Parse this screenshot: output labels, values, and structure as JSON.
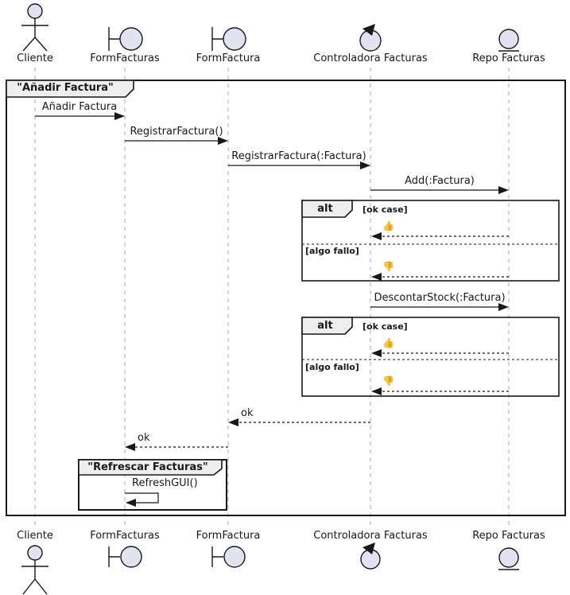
{
  "participants": [
    {
      "name": "Cliente",
      "type": "actor"
    },
    {
      "name": "FormFacturas",
      "type": "boundary"
    },
    {
      "name": "FormFactura",
      "type": "boundary"
    },
    {
      "name": "Controladora Facturas",
      "type": "control"
    },
    {
      "name": "Repo Facturas",
      "type": "entity"
    }
  ],
  "main_frame": {
    "title": "\"Añadir Factura\""
  },
  "messages": [
    {
      "label": "Añadir Factura",
      "from": "Cliente",
      "to": "FormFacturas",
      "type": "call"
    },
    {
      "label": "RegistrarFactura()",
      "from": "FormFacturas",
      "to": "FormFactura",
      "type": "call"
    },
    {
      "label": "RegistrarFactura(:Factura)",
      "from": "FormFactura",
      "to": "Controladora Facturas",
      "type": "call"
    },
    {
      "label": "Add(:Factura)",
      "from": "Controladora Facturas",
      "to": "Repo Facturas",
      "type": "call"
    },
    {
      "label": "DescontarStock(:Factura)",
      "from": "Controladora Facturas",
      "to": "Repo Facturas",
      "type": "call"
    },
    {
      "label": "ok",
      "from": "Controladora Facturas",
      "to": "FormFactura",
      "type": "return"
    },
    {
      "label": "ok",
      "from": "FormFactura",
      "to": "FormFacturas",
      "type": "return"
    },
    {
      "label": "RefreshGUI()",
      "from": "FormFacturas",
      "to": "FormFacturas",
      "type": "self"
    }
  ],
  "alt_blocks": [
    {
      "operator": "alt",
      "sections": [
        {
          "guard": "[ok case]",
          "reply_icon": "👍"
        },
        {
          "guard": "[algo fallo]",
          "reply_icon": "👎"
        }
      ]
    },
    {
      "operator": "alt",
      "sections": [
        {
          "guard": "[ok case]",
          "reply_icon": "👍"
        },
        {
          "guard": "[algo fallo]",
          "reply_icon": "👎"
        }
      ]
    }
  ],
  "inner_frame": {
    "title": "\"Refrescar Facturas\""
  },
  "colors": {
    "participant_fill": "#E2E2F0",
    "frame_label_bg": "#EEEEEE",
    "line": "#181818",
    "lifeline": "#A8A8A8"
  }
}
